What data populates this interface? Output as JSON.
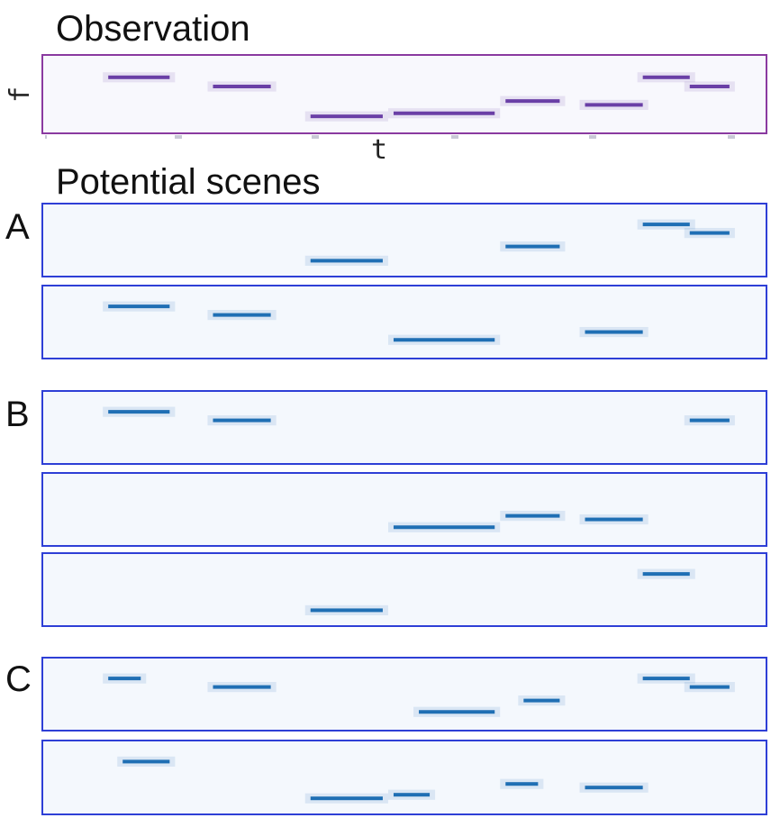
{
  "observation": {
    "title": "Observation",
    "y_axis_label": "f",
    "x_axis_label": "t",
    "color": "#6a3fa6",
    "tones": [
      {
        "t0": 0.09,
        "t1": 0.175,
        "f": 0.72
      },
      {
        "t0": 0.235,
        "t1": 0.315,
        "f": 0.6
      },
      {
        "t0": 0.37,
        "t1": 0.47,
        "f": 0.21
      },
      {
        "t0": 0.485,
        "t1": 0.625,
        "f": 0.25
      },
      {
        "t0": 0.64,
        "t1": 0.715,
        "f": 0.41
      },
      {
        "t0": 0.75,
        "t1": 0.83,
        "f": 0.36
      },
      {
        "t0": 0.83,
        "t1": 0.895,
        "f": 0.72
      },
      {
        "t0": 0.895,
        "t1": 0.95,
        "f": 0.6
      }
    ]
  },
  "scenes": {
    "title": "Potential scenes",
    "color": "#1f6fb4",
    "groups": [
      {
        "label": "A",
        "panels": [
          {
            "tones": [
              {
                "t0": 0.37,
                "t1": 0.47,
                "f": 0.21
              },
              {
                "t0": 0.64,
                "t1": 0.715,
                "f": 0.41
              },
              {
                "t0": 0.83,
                "t1": 0.895,
                "f": 0.72
              },
              {
                "t0": 0.895,
                "t1": 0.95,
                "f": 0.6
              }
            ]
          },
          {
            "tones": [
              {
                "t0": 0.09,
                "t1": 0.175,
                "f": 0.72
              },
              {
                "t0": 0.235,
                "t1": 0.315,
                "f": 0.6
              },
              {
                "t0": 0.485,
                "t1": 0.625,
                "f": 0.25
              },
              {
                "t0": 0.75,
                "t1": 0.83,
                "f": 0.36
              }
            ]
          }
        ]
      },
      {
        "label": "B",
        "panels": [
          {
            "tones": [
              {
                "t0": 0.09,
                "t1": 0.175,
                "f": 0.72
              },
              {
                "t0": 0.235,
                "t1": 0.315,
                "f": 0.6
              },
              {
                "t0": 0.895,
                "t1": 0.95,
                "f": 0.6
              }
            ]
          },
          {
            "tones": [
              {
                "t0": 0.485,
                "t1": 0.625,
                "f": 0.25
              },
              {
                "t0": 0.64,
                "t1": 0.715,
                "f": 0.41
              },
              {
                "t0": 0.75,
                "t1": 0.83,
                "f": 0.36
              }
            ]
          },
          {
            "tones": [
              {
                "t0": 0.37,
                "t1": 0.47,
                "f": 0.21
              },
              {
                "t0": 0.83,
                "t1": 0.895,
                "f": 0.72
              }
            ]
          }
        ]
      },
      {
        "label": "C",
        "panels": [
          {
            "tones": [
              {
                "t0": 0.09,
                "t1": 0.135,
                "f": 0.72
              },
              {
                "t0": 0.235,
                "t1": 0.315,
                "f": 0.6
              },
              {
                "t0": 0.52,
                "t1": 0.625,
                "f": 0.25
              },
              {
                "t0": 0.665,
                "t1": 0.715,
                "f": 0.41
              },
              {
                "t0": 0.83,
                "t1": 0.895,
                "f": 0.72
              },
              {
                "t0": 0.895,
                "t1": 0.95,
                "f": 0.6
              }
            ]
          },
          {
            "tones": [
              {
                "t0": 0.11,
                "t1": 0.175,
                "f": 0.72
              },
              {
                "t0": 0.37,
                "t1": 0.47,
                "f": 0.21
              },
              {
                "t0": 0.485,
                "t1": 0.535,
                "f": 0.26
              },
              {
                "t0": 0.64,
                "t1": 0.685,
                "f": 0.41
              },
              {
                "t0": 0.75,
                "t1": 0.83,
                "f": 0.36
              }
            ]
          }
        ]
      }
    ]
  }
}
